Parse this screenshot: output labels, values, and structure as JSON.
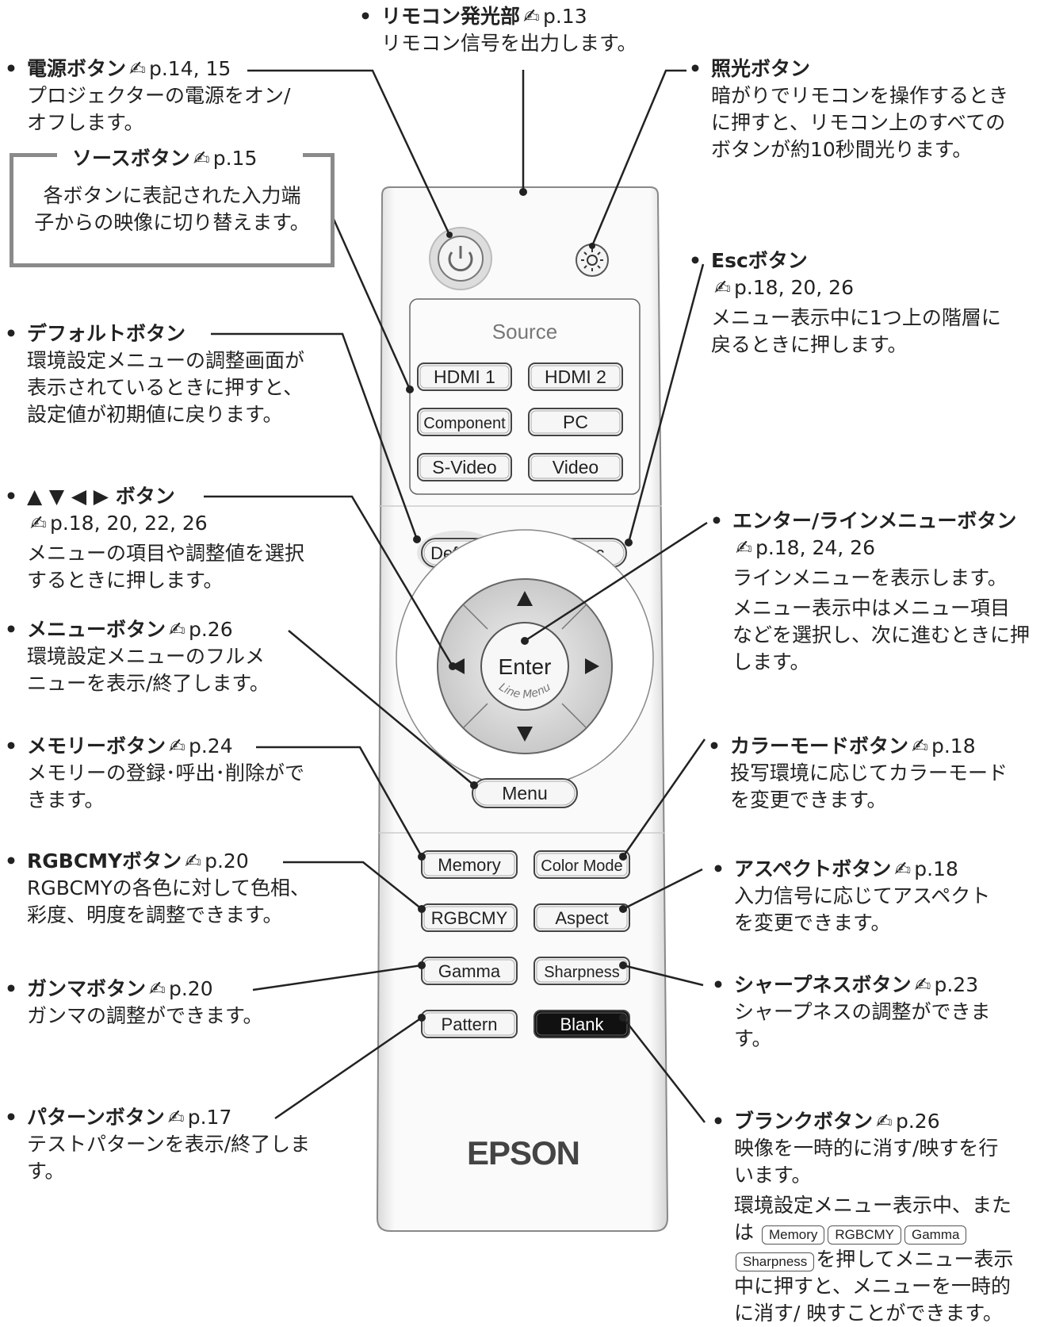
{
  "book_icon": "book-reference-icon",
  "callouts": {
    "remote_emitter": {
      "title": "リモコン発光部",
      "ref": "p.13",
      "desc": "リモコン信号を出力します。"
    },
    "power": {
      "title": "電源ボタン",
      "ref": "p.14, 15",
      "desc": [
        "プロジェクターの電源をオン/",
        "オフします。"
      ]
    },
    "illumination": {
      "title": "照光ボタン",
      "desc": [
        "暗がりでリモコンを操作するとき",
        "に押すと、リモコン上のすべての",
        "ボタンが約10秒間光ります。"
      ]
    },
    "source": {
      "title": "ソースボタン",
      "ref": "p.15",
      "desc": [
        "各ボタンに表記された入力端",
        "子からの映像に切り替えます。"
      ]
    },
    "esc": {
      "title": "Escボタン",
      "ref": "p.18, 20, 26",
      "desc": [
        "メニュー表示中に1つ上の階層に",
        "戻るときに押します。"
      ]
    },
    "default": {
      "title": "デフォルトボタン",
      "desc": [
        "環境設定メニューの調整画面が",
        "表示されているときに押すと、",
        "設定値が初期値に戻ります。"
      ]
    },
    "arrows": {
      "title": "▲ ▼ ◀ ▶ ボタン",
      "ref": "p.18, 20, 22, 26",
      "desc": [
        "メニューの項目や調整値を選択",
        "するときに押します。"
      ]
    },
    "enter": {
      "title": "エンター/ラインメニューボタン",
      "ref": "p.18, 24, 26",
      "desc": [
        "ラインメニューを表示します。"
      ],
      "desc2": [
        "メニュー表示中はメニュー項目",
        "などを選択し、次に進むときに押",
        "します。"
      ]
    },
    "menu": {
      "title": "メニューボタン",
      "ref": "p.26",
      "desc": [
        "環境設定メニューのフルメ",
        "ニューを表示/終了します。"
      ]
    },
    "memory": {
      "title": "メモリーボタン",
      "ref": "p.24",
      "desc": [
        "メモリーの登録･呼出･削除がで",
        "きます。"
      ]
    },
    "color_mode": {
      "title": "カラーモードボタン",
      "ref": "p.18",
      "desc": [
        "投写環境に応じてカラーモード",
        "を変更できます。"
      ]
    },
    "rgbcmy": {
      "title": "RGBCMYボタン",
      "ref": "p.20",
      "desc": [
        "RGBCMYの各色に対して色相、",
        "彩度、明度を調整できます。"
      ]
    },
    "aspect": {
      "title": "アスペクトボタン",
      "ref": "p.18",
      "desc": [
        "入力信号に応じてアスペクト",
        "を変更できます。"
      ]
    },
    "gamma": {
      "title": "ガンマボタン",
      "ref": "p.20",
      "desc": [
        "ガンマの調整ができます。"
      ]
    },
    "sharpness": {
      "title": "シャープネスボタン",
      "ref": "p.23",
      "desc": [
        "シャープネスの調整ができま",
        "す。"
      ]
    },
    "pattern": {
      "title": "パターンボタン",
      "ref": "p.17",
      "desc": [
        "テストパターンを表示/終了しま",
        "す。"
      ]
    },
    "blank": {
      "title": "ブランクボタン",
      "ref": "p.26",
      "desc": [
        "映像を一時的に消す/映すを行",
        "います。"
      ],
      "desc2_line1": "環境設定メニュー表示中、また",
      "desc2_pre": "は",
      "desc2_keys": [
        "Memory",
        "RGBCMY",
        "Gamma"
      ],
      "desc2_key4": "Sharpness",
      "desc2_line3": "を押してメニュー表示",
      "desc2_line4": "中に押すと、メニューを一時的",
      "desc2_line5": "に消す/ 映すことができます。"
    }
  },
  "remote": {
    "brand": "EPSON",
    "source_label": "Source",
    "source_buttons": [
      "HDMI 1",
      "HDMI 2",
      "Component",
      "PC",
      "S-Video",
      "Video"
    ],
    "default_label": "Default",
    "esc_label": "Esc",
    "enter_label": "Enter",
    "line_menu_label": "Line Menu",
    "menu_label": "Menu",
    "lower_buttons": [
      "Memory",
      "Color Mode",
      "RGBCMY",
      "Aspect",
      "Gamma",
      "Sharpness",
      "Pattern",
      "Blank"
    ]
  }
}
